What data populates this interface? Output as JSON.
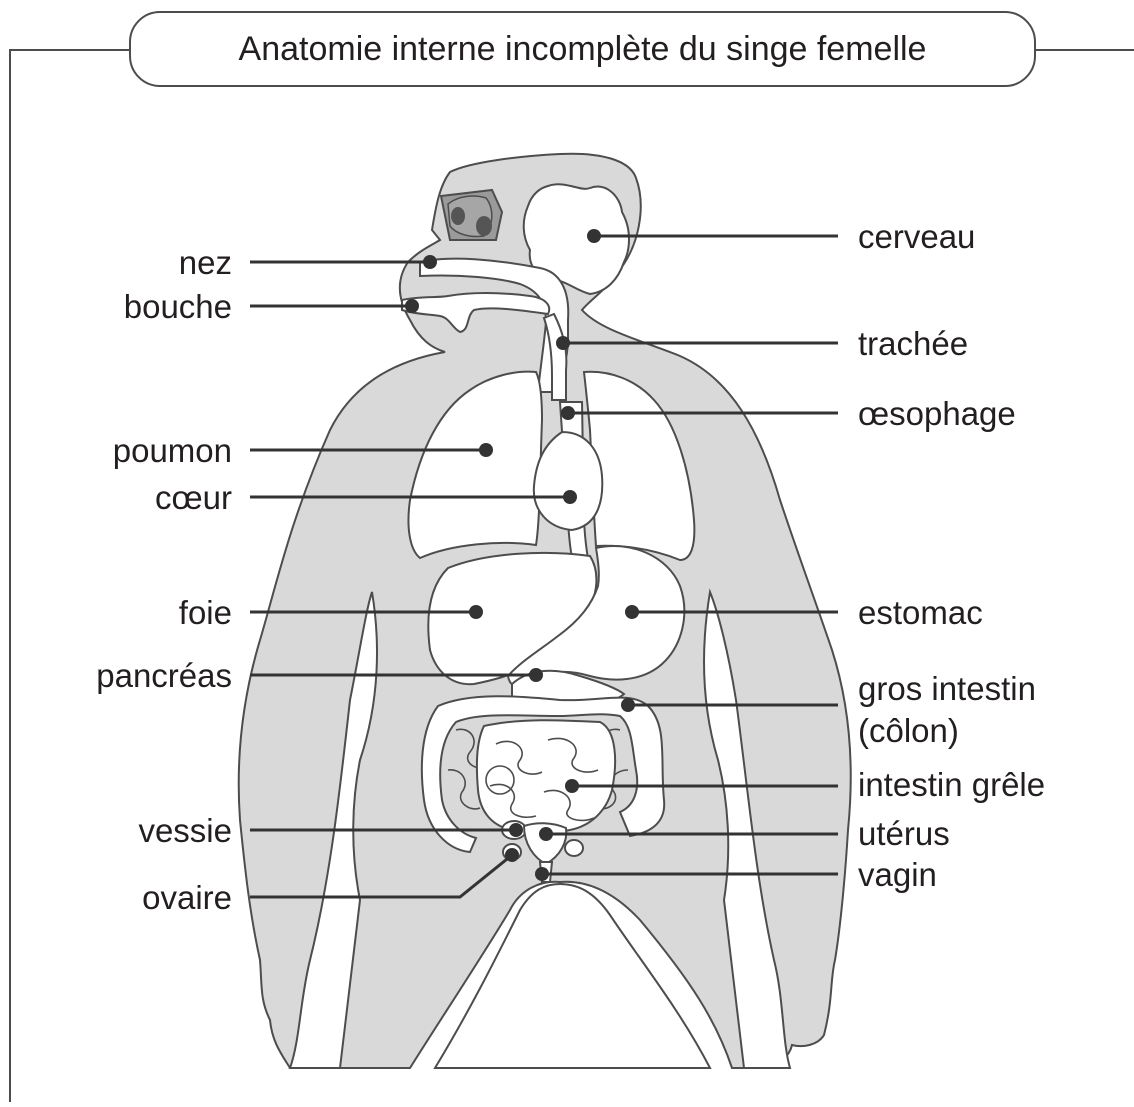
{
  "title": "Anatomie interne incomplète du singe femelle",
  "colors": {
    "body_fill": "#d9d9d9",
    "outline": "#4d4d4d",
    "organ_fill": "#ffffff",
    "leader": "#333333",
    "text": "#231f20"
  },
  "labels": {
    "left": {
      "nez": "nez",
      "bouche": "bouche",
      "poumon": "poumon",
      "coeur": "cœur",
      "foie": "foie",
      "pancreas": "pancréas",
      "vessie": "vessie",
      "ovaire": "ovaire"
    },
    "right": {
      "cerveau": "cerveau",
      "trachee": "trachée",
      "oesophage": "œsophage",
      "estomac": "estomac",
      "gros_intestin_1": "gros intestin",
      "gros_intestin_2": "(côlon)",
      "intestin_grele": "intestin grêle",
      "uterus": "utérus",
      "vagin": "vagin"
    }
  }
}
